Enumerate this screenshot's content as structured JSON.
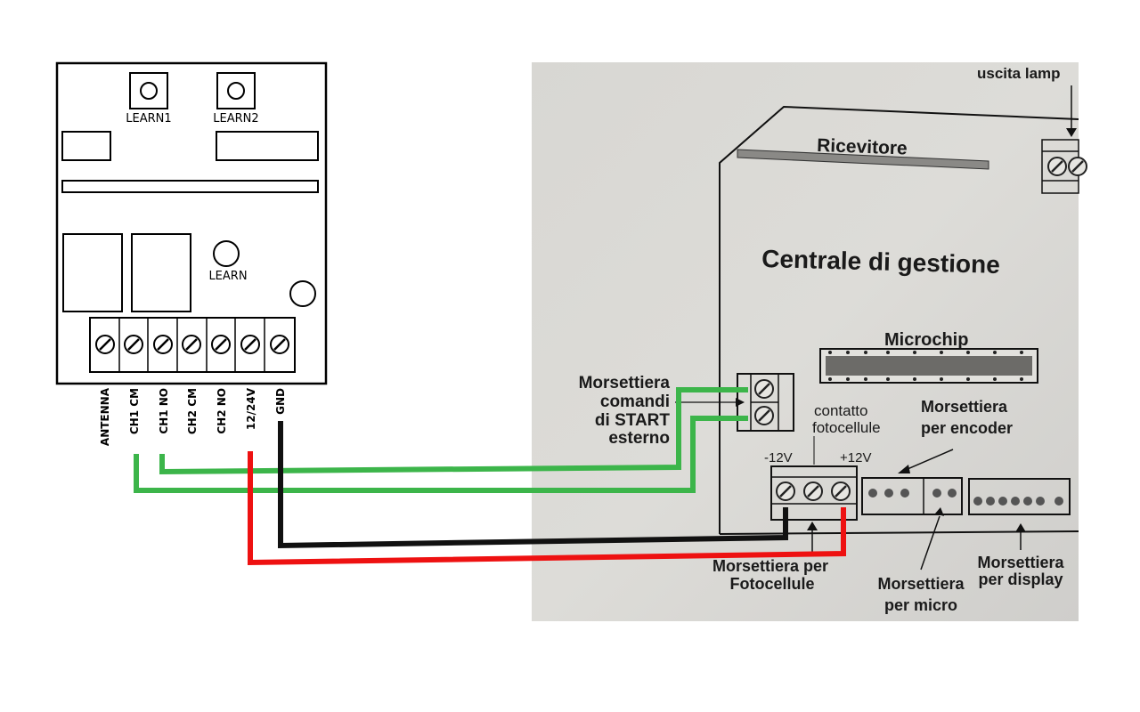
{
  "receiver_module": {
    "buttons": [
      "LEARN1",
      "LEARN2"
    ],
    "learn_label": "LEARN",
    "pins": [
      "ANTENNA",
      "CH1 CM",
      "CH1 NO",
      "CH2 CM",
      "CH2 NO",
      "12/24V",
      "GND"
    ]
  },
  "control_unit": {
    "title": "Centrale di gestione",
    "receiver_label": "Ricevitore",
    "lamp_output_label": "uscita lamp",
    "microchip_label": "Microchip",
    "start_terminal_label": [
      "Morsettiera",
      "comandi",
      "di START",
      "esterno"
    ],
    "photocell_contact_label": [
      "contatto",
      "fotocellule"
    ],
    "encoder_terminal_label": [
      "Morsettiera",
      "per encoder"
    ],
    "minus_12v": "-12V",
    "plus_12v": "+12V",
    "photocell_terminal_label": [
      "Morsettiera per",
      "Fotocellule"
    ],
    "micro_terminal_label": [
      "Morsettiera",
      "per micro"
    ],
    "display_terminal_label": [
      "Morsettiera",
      "per display"
    ]
  },
  "wire_colors": {
    "start": "#3cb54a",
    "positive": "#ee1111",
    "ground": "#111111"
  }
}
